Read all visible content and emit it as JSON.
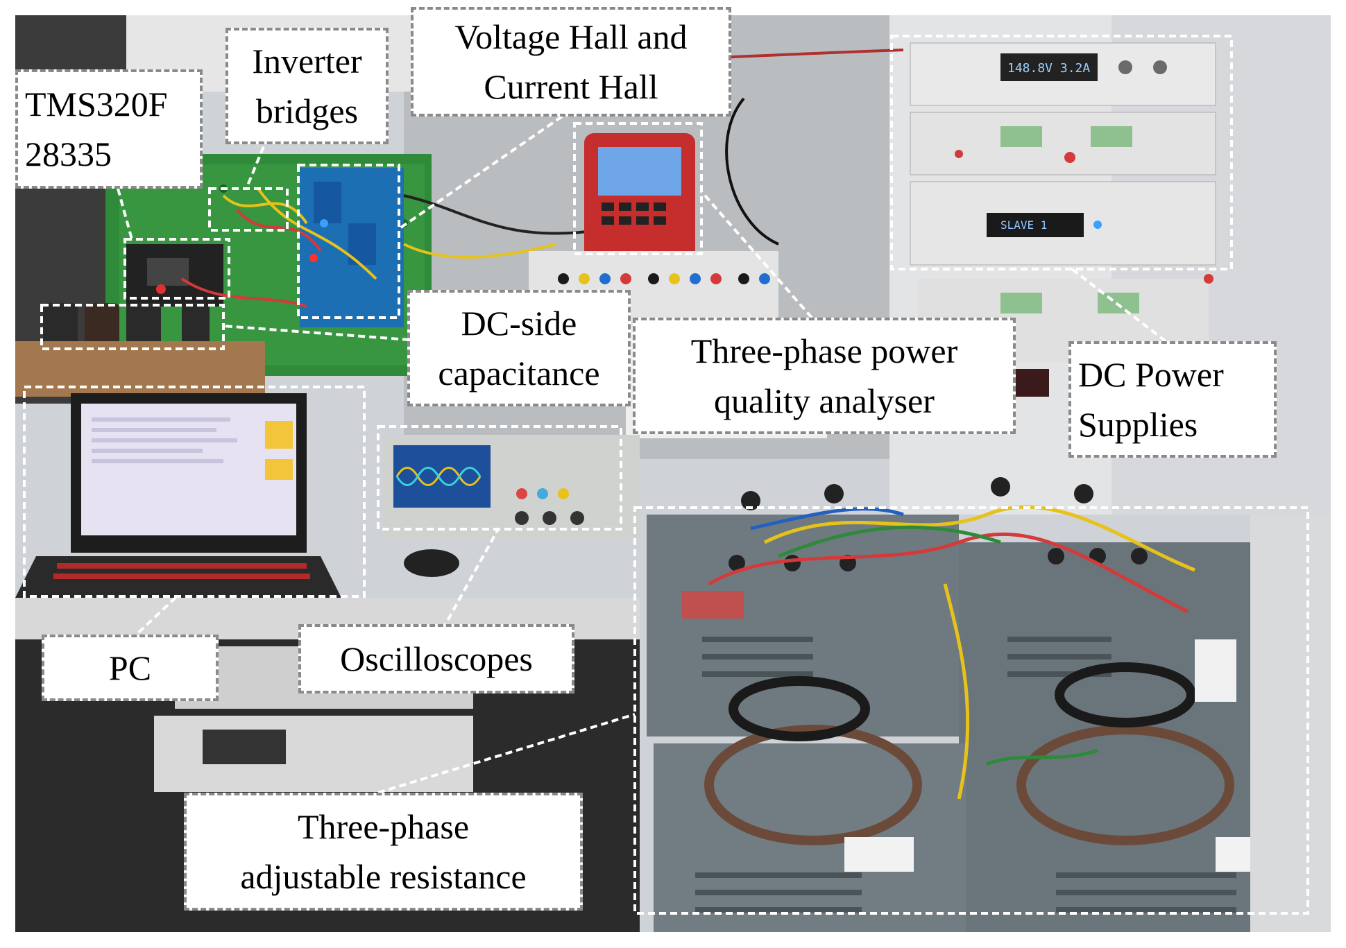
{
  "labels": {
    "tms": [
      "TMS320F",
      "28335"
    ],
    "inverter": [
      "Inverter",
      "bridges"
    ],
    "hall": [
      "Voltage Hall and",
      "Current Hall"
    ],
    "dc_cap": [
      "DC-side",
      "capacitance"
    ],
    "analyser": [
      "Three-phase power",
      "quality analyser"
    ],
    "dc_power": [
      "DC Power",
      "Supplies"
    ],
    "pc": [
      "PC"
    ],
    "osc": [
      "Oscilloscopes"
    ],
    "resistance": [
      "Three-phase",
      "adjustable resistance"
    ]
  },
  "device_texts": {
    "psu_display_1": "148.8V 3.2A",
    "psu_display_2": "SLAVE 1"
  },
  "colors": {
    "highlight_box": "#ffffff",
    "leader_line": "#ffffff",
    "wall": "#d9dcdf",
    "rack": "#c9ccd0",
    "resistor_body": "#6f7a80",
    "board_green": "#2f8a3a"
  }
}
